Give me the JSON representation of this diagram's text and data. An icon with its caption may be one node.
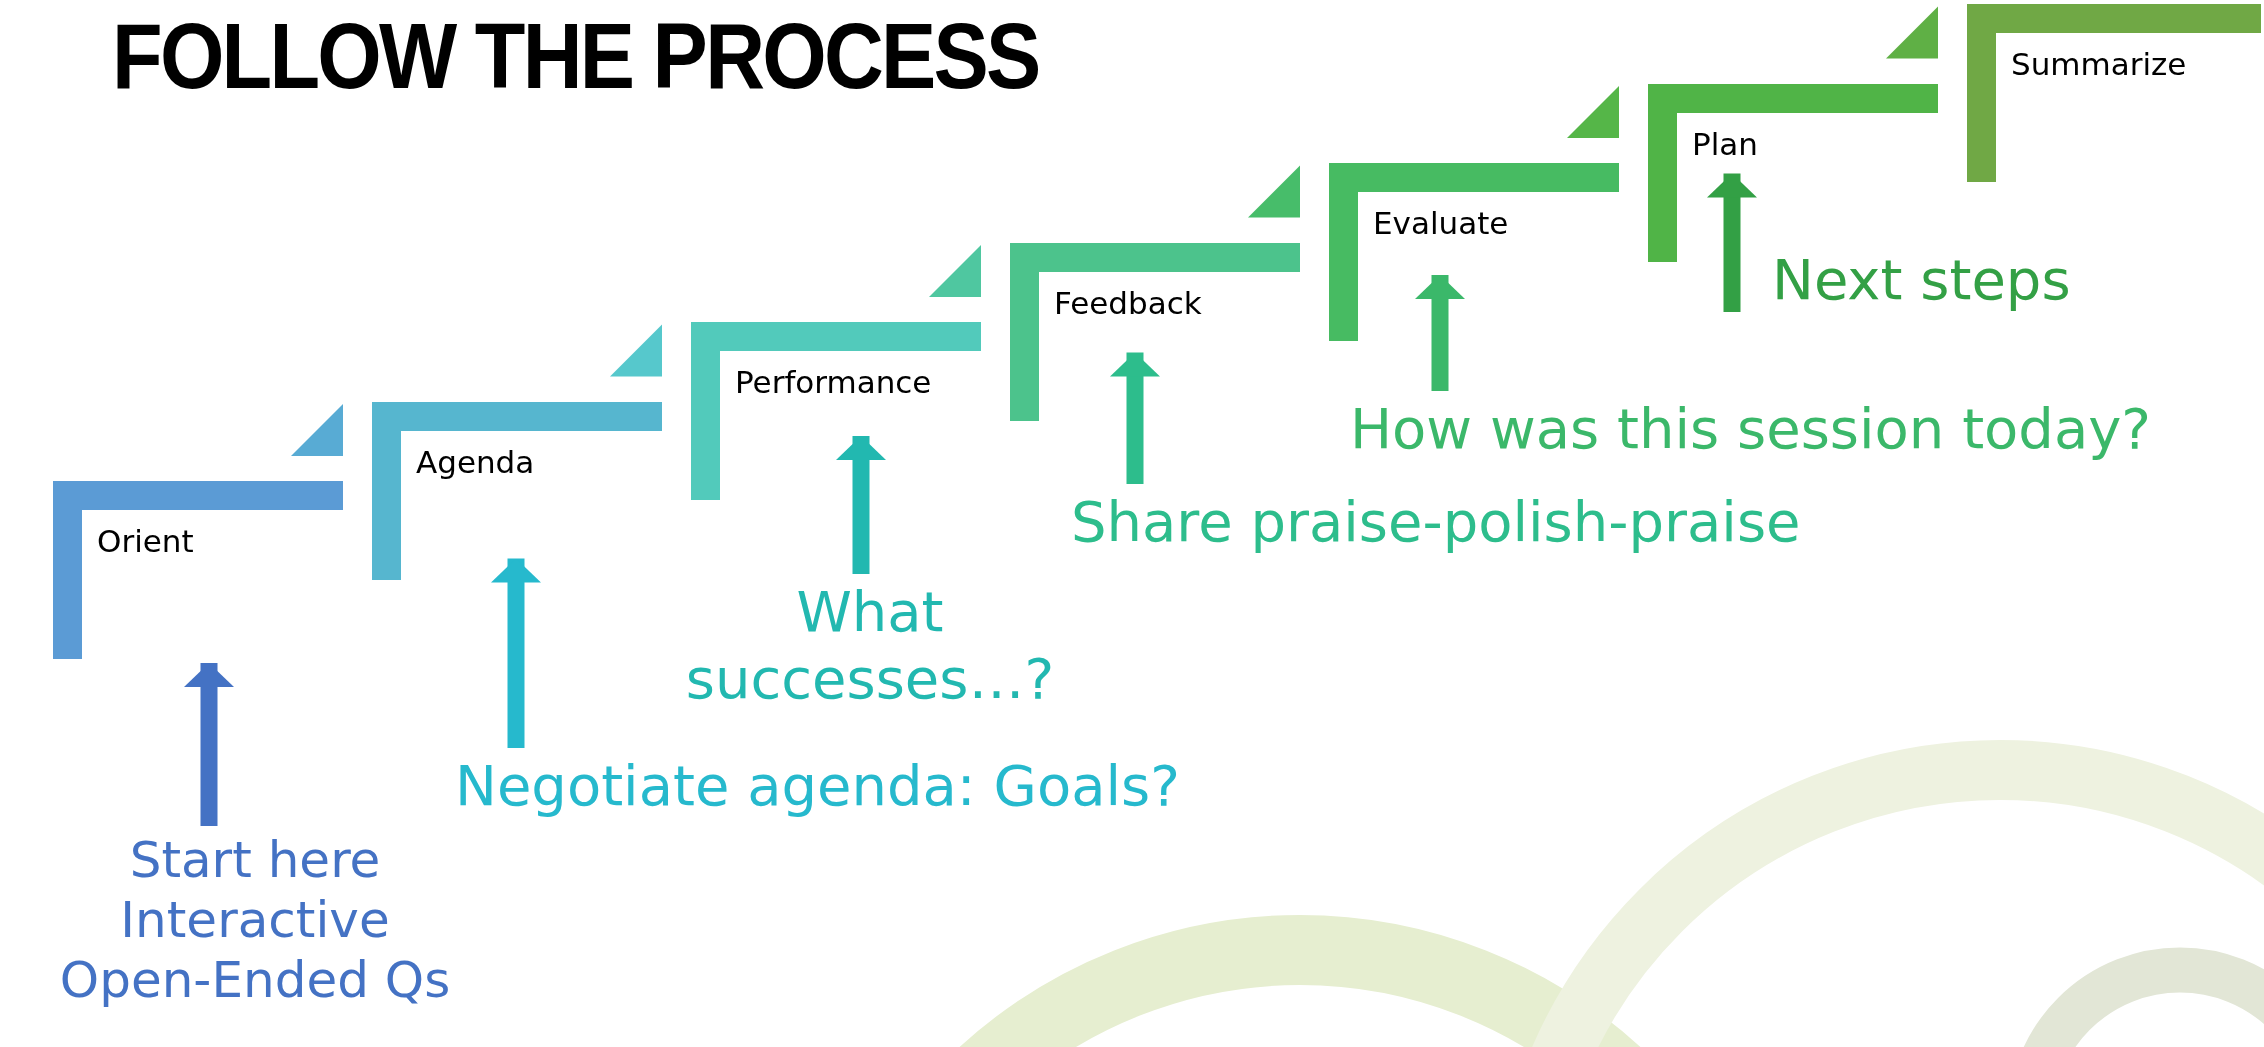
{
  "diagram": {
    "title": "FOLLOW THE PROCESS",
    "nodes": [
      {
        "text": [
          "Orient"
        ]
      },
      {
        "text": [
          "Agenda"
        ]
      },
      {
        "text": [
          "Performance"
        ]
      },
      {
        "text": [
          "Feedback"
        ]
      },
      {
        "text": [
          "Evaluate"
        ]
      },
      {
        "text": [
          "Plan"
        ]
      },
      {
        "text": [
          "Summarize"
        ]
      },
      {
        "text": [
          "Start here Interactive Open-Ended Qs"
        ]
      },
      {
        "text": [
          "Negotiate agenda: Goals?"
        ]
      },
      {
        "text": [
          "What successes…?"
        ]
      },
      {
        "text": [
          "Share praise-polish-praise"
        ]
      },
      {
        "text": [
          "How was this session today?"
        ]
      },
      {
        "text": [
          "Next steps"
        ]
      }
    ],
    "edges": [
      {
        "from": 7,
        "to": 0,
        "arrow": "to",
        "color": "#4472c4"
      },
      {
        "from": 8,
        "to": 1,
        "arrow": "to",
        "color": "#26b9cd"
      },
      {
        "from": 9,
        "to": 2,
        "arrow": "to",
        "color": "#22b8b0"
      },
      {
        "from": 10,
        "to": 3,
        "arrow": "to",
        "color": "#2dbd8c"
      },
      {
        "from": 11,
        "to": 4,
        "arrow": "to",
        "color": "#3bb86a"
      },
      {
        "from": 12,
        "to": 5,
        "arrow": "to",
        "color": "#33a045"
      }
    ]
  }
}
